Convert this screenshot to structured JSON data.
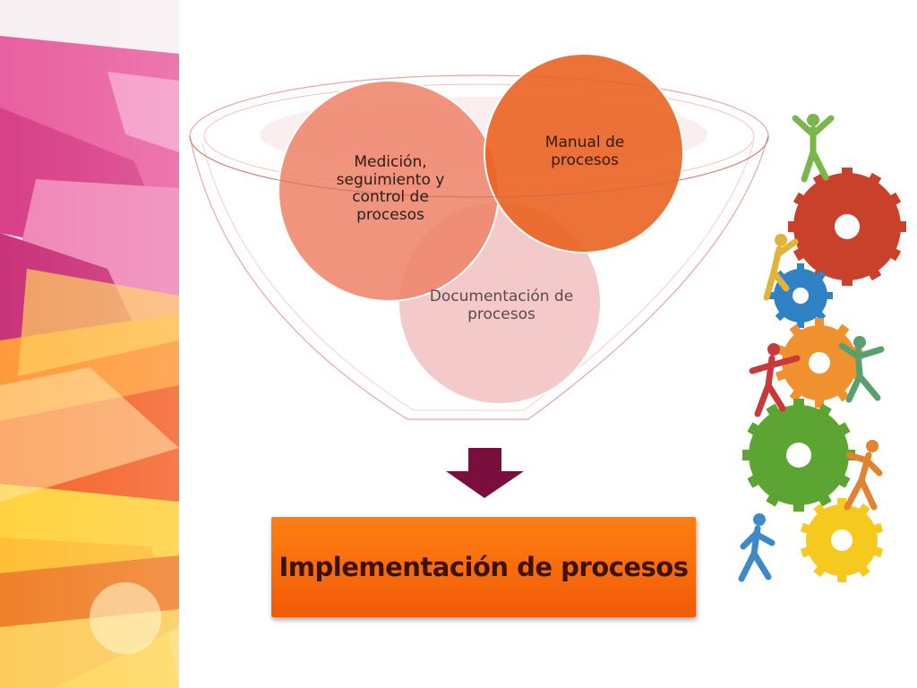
{
  "diagram": {
    "circles": {
      "documentacion": {
        "label": "Documentación de procesos",
        "color": "#f4c9ca"
      },
      "medicion": {
        "label": "Medición, seguimiento y control de procesos",
        "color": "#ee8269"
      },
      "manual": {
        "label": "Manual de procesos",
        "color": "#e9601c"
      }
    },
    "result": {
      "label": "Implementación de procesos",
      "color": "#f36b0b"
    },
    "arrow_color": "#7a0f3d"
  },
  "illustration": {
    "gear_colors": [
      "#c9412a",
      "#2f83c4",
      "#f0912f",
      "#5da533",
      "#f6c91e"
    ],
    "figure_colors": [
      "#7bb64a",
      "#e2b33a",
      "#c8393a",
      "#5aa06f",
      "#e2832f",
      "#3d8ac6"
    ]
  }
}
